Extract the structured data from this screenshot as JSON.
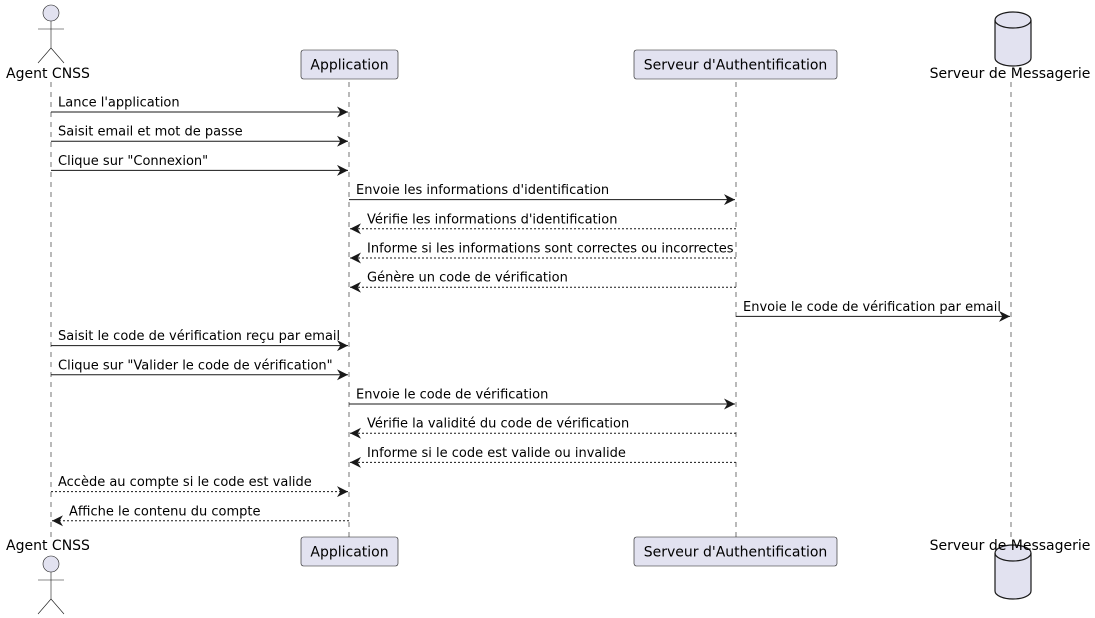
{
  "colors": {
    "participant_fill": "#e2e2f0",
    "participant_stroke": "#181818",
    "line": "#181818",
    "lifeline": "#181818",
    "background": "#ffffff"
  },
  "participants": [
    {
      "id": "agent",
      "kind": "actor",
      "icon": "actor-icon",
      "label": "Agent CNSS"
    },
    {
      "id": "app",
      "kind": "box",
      "label": "Application"
    },
    {
      "id": "auth",
      "kind": "box",
      "label": "Serveur d'Authentification"
    },
    {
      "id": "mail",
      "kind": "database",
      "icon": "database-icon",
      "label": "Serveur de Messagerie"
    }
  ],
  "messages": [
    {
      "from": "agent",
      "to": "app",
      "style": "solid",
      "text": "Lance l'application"
    },
    {
      "from": "agent",
      "to": "app",
      "style": "solid",
      "text": "Saisit email et mot de passe"
    },
    {
      "from": "agent",
      "to": "app",
      "style": "solid",
      "text": "Clique sur \"Connexion\""
    },
    {
      "from": "app",
      "to": "auth",
      "style": "solid",
      "text": "Envoie les informations d'identification"
    },
    {
      "from": "auth",
      "to": "app",
      "style": "dashed",
      "text": "Vérifie les informations d'identification"
    },
    {
      "from": "auth",
      "to": "app",
      "style": "dashed",
      "text": "Informe si les informations sont correctes ou incorrectes"
    },
    {
      "from": "auth",
      "to": "app",
      "style": "dashed",
      "text": "Génère un code de vérification"
    },
    {
      "from": "auth",
      "to": "mail",
      "style": "solid",
      "text": "Envoie le code de vérification par email"
    },
    {
      "from": "agent",
      "to": "app",
      "style": "solid",
      "text": "Saisit le code de vérification reçu par email"
    },
    {
      "from": "agent",
      "to": "app",
      "style": "solid",
      "text": "Clique sur \"Valider le code de vérification\""
    },
    {
      "from": "app",
      "to": "auth",
      "style": "solid",
      "text": "Envoie le code de vérification"
    },
    {
      "from": "auth",
      "to": "app",
      "style": "dashed",
      "text": "Vérifie la validité du code de vérification"
    },
    {
      "from": "auth",
      "to": "app",
      "style": "dashed",
      "text": "Informe si le code est valide ou invalide"
    },
    {
      "from": "agent",
      "to": "app",
      "style": "dashed",
      "text": "Accède au compte si le code est valide"
    },
    {
      "from": "app",
      "to": "agent",
      "style": "dashed",
      "text": "Affiche le contenu du compte"
    }
  ]
}
